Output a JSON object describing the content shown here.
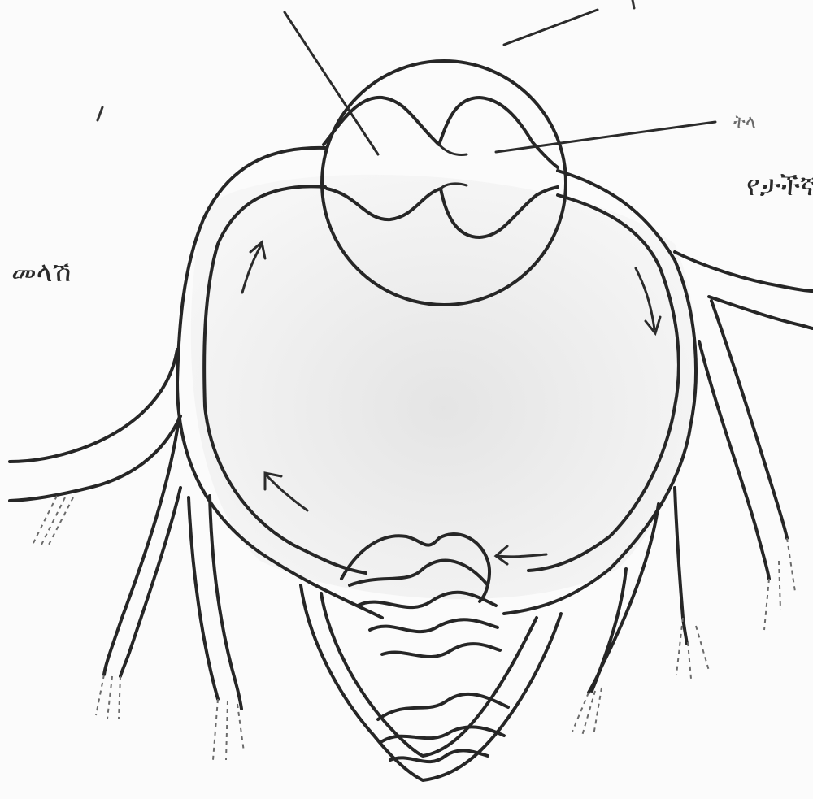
{
  "labels": {
    "left": "መላሽ",
    "right": "የታችኛ",
    "top_right": "ትላ"
  },
  "colors": {
    "ink": "#262626",
    "paper": "#fbfbfb",
    "shade": "#e6e6e6"
  }
}
